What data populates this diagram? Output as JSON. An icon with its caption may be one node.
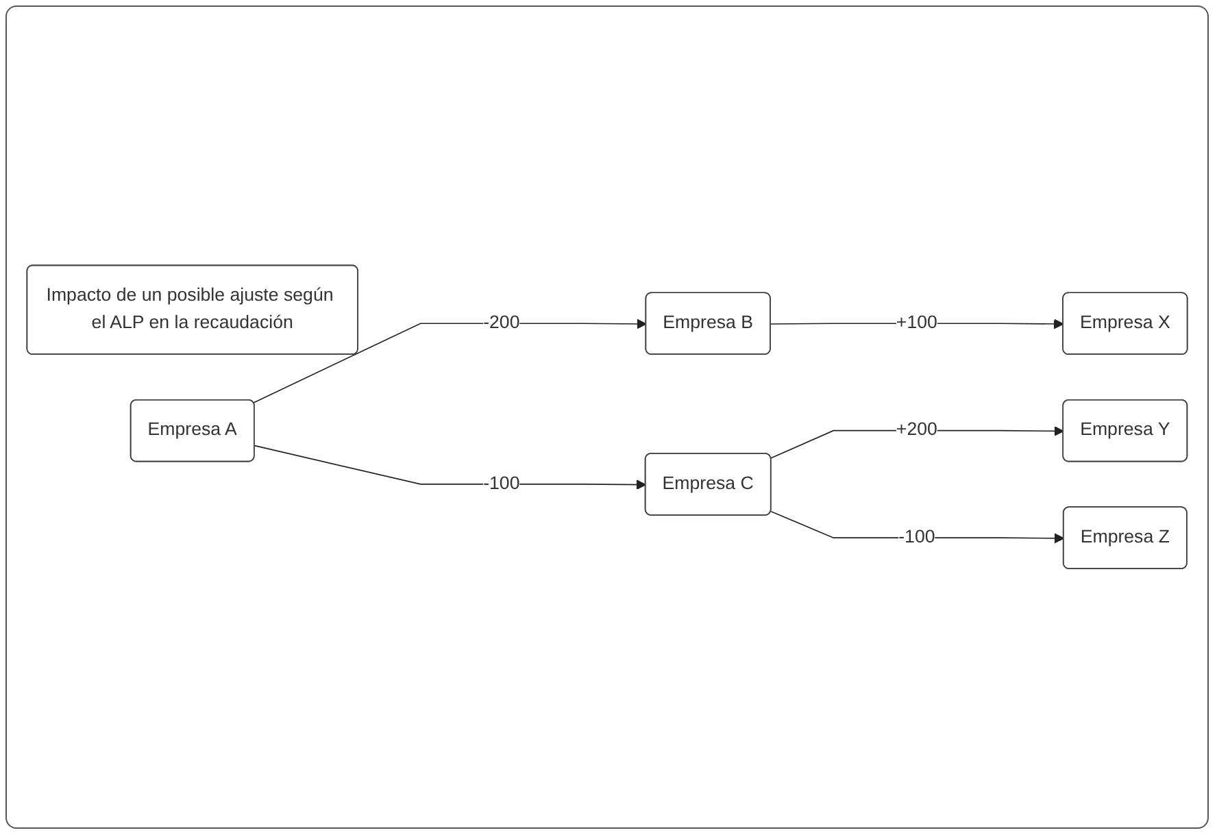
{
  "diagram": {
    "nodes": [
      {
        "text": [
          "Impacto de un posible ajuste según el ALP en la recaudación"
        ]
      },
      {
        "text": [
          "Empresa A"
        ]
      },
      {
        "text": [
          "Empresa B"
        ]
      },
      {
        "text": [
          "Empresa C"
        ]
      },
      {
        "text": [
          "Empresa X"
        ]
      },
      {
        "text": [
          "Empresa Y"
        ]
      },
      {
        "text": [
          "Empresa Z"
        ]
      }
    ],
    "edges": [
      {
        "from": 1,
        "to": 2,
        "arrow": "to",
        "label": "-200"
      },
      {
        "from": 1,
        "to": 3,
        "arrow": "to",
        "label": "-100"
      },
      {
        "from": 2,
        "to": 4,
        "arrow": "to",
        "label": "+100"
      },
      {
        "from": 3,
        "to": 5,
        "arrow": "to",
        "label": "+200"
      },
      {
        "from": 3,
        "to": 6,
        "arrow": "to",
        "label": "-100"
      }
    ]
  }
}
